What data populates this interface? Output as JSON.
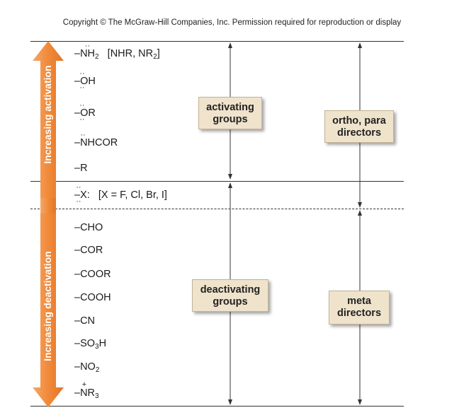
{
  "copyright": "Copyright © The McGraw-Hill Companies, Inc. Permission required for reproduction or display",
  "side_labels": {
    "activation": "Increasing activation",
    "deactivation": "Increasing deactivation"
  },
  "activating_groups": {
    "nh2": "–NH",
    "nh2_sub": "2",
    "nh2_alt": "[NHR, NR",
    "nh2_alt_sub": "2",
    "nh2_alt_close": "]",
    "oh": "–OH",
    "or": "–OR",
    "nhcor": "–NHCOR",
    "r": "–R"
  },
  "halogen": {
    "group": "–X:",
    "note": "[X = F, Cl, Br, I]"
  },
  "deactivating_groups": {
    "cho": "–CHO",
    "cor": "–COR",
    "coor": "–COOR",
    "cooh": "–COOH",
    "cn": "–CN",
    "so3h": "–SO",
    "so3h_sub": "3",
    "so3h_end": "H",
    "no2": "–NO",
    "no2_sub": "2",
    "nr3": "–NR",
    "nr3_sub": "3",
    "nr3_charge": "+"
  },
  "boxes": {
    "activating": [
      "activating",
      "groups"
    ],
    "deactivating": [
      "deactivating",
      "groups"
    ],
    "ortho_para": [
      "ortho, para",
      "directors"
    ],
    "meta": [
      "meta",
      "directors"
    ]
  },
  "colors": {
    "arrow_orange": "#f08a3a",
    "box_fill": "#f0e3cc",
    "line": "#333333"
  }
}
